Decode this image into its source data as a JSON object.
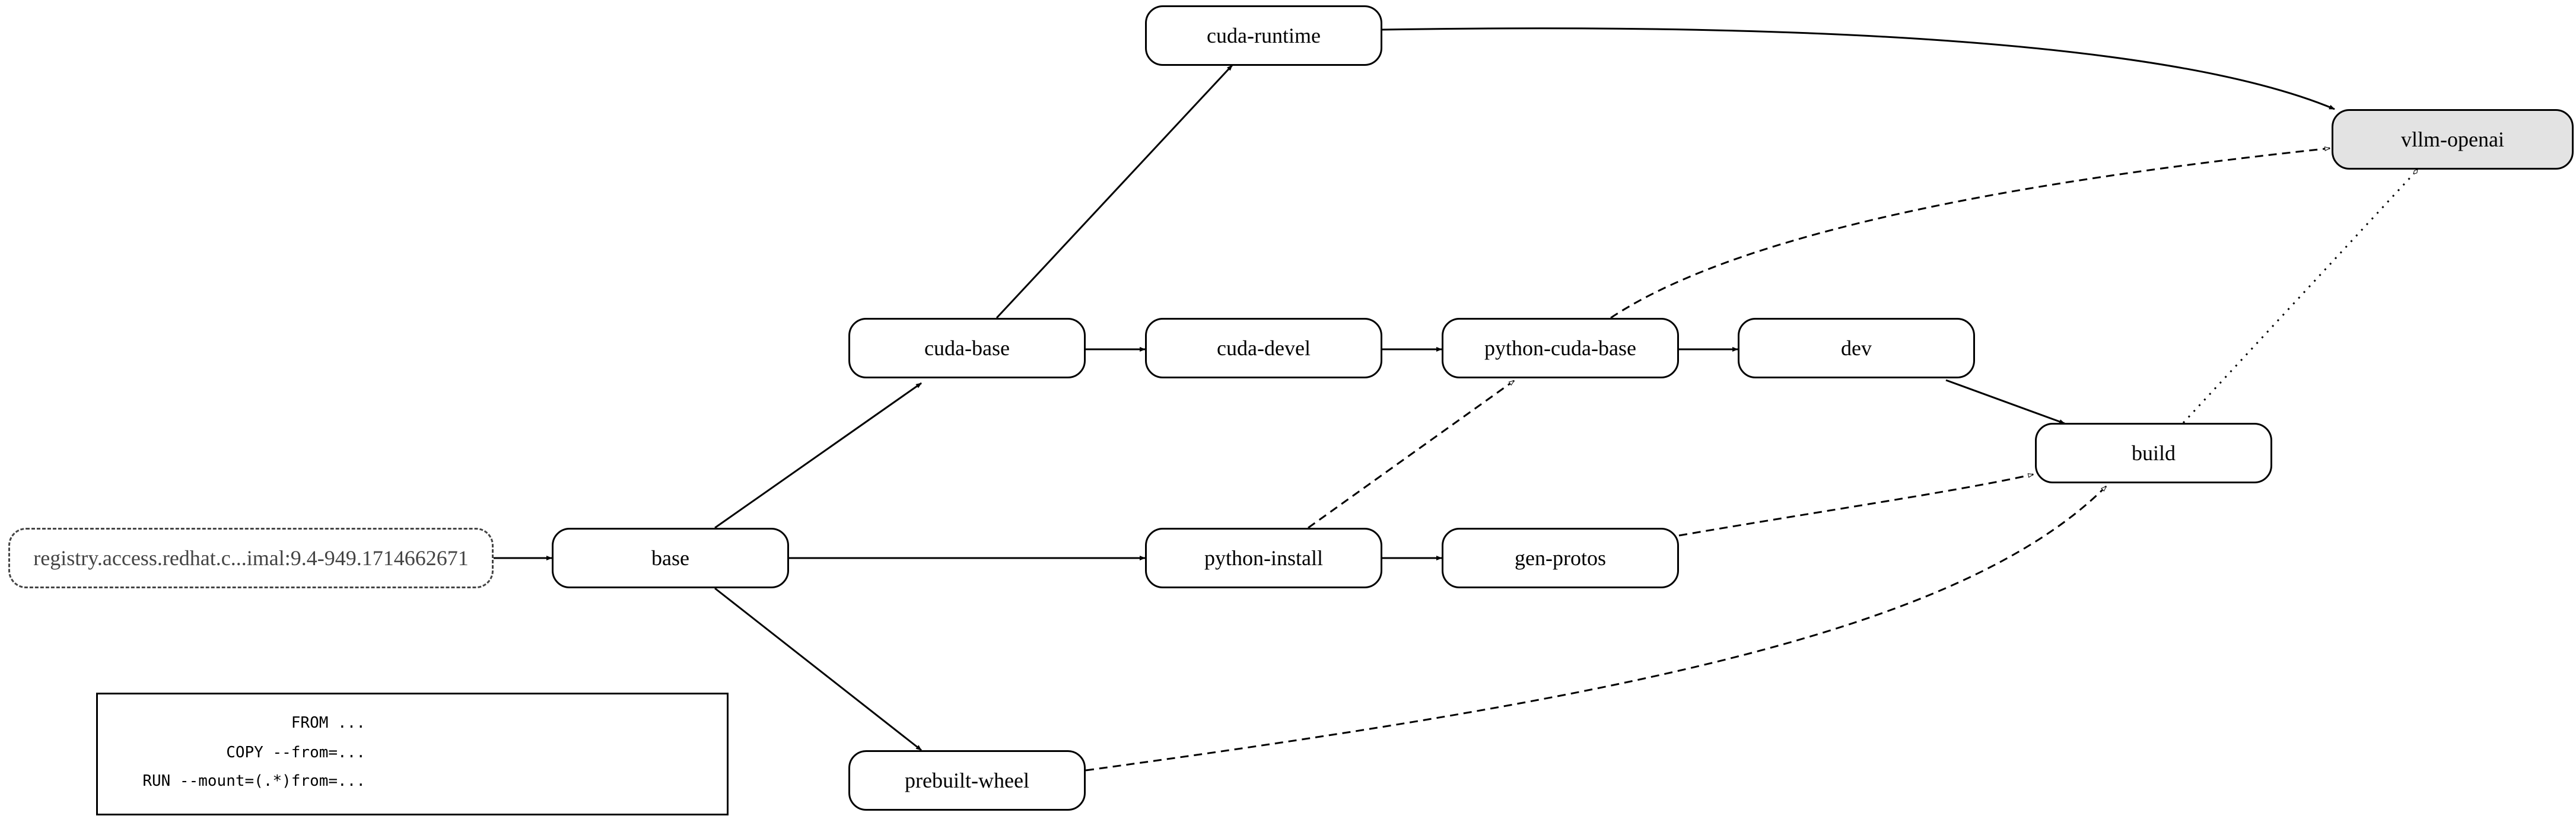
{
  "nodes": {
    "registry": "registry.access.redhat.c...imal:9.4-949.1714662671",
    "base": "base",
    "cuda_base": "cuda-base",
    "cuda_runtime": "cuda-runtime",
    "cuda_devel": "cuda-devel",
    "python_cuda_base": "python-cuda-base",
    "dev": "dev",
    "python_install": "python-install",
    "gen_protos": "gen-protos",
    "build": "build",
    "prebuilt_wheel": "prebuilt-wheel",
    "vllm_openai": "vllm-openai"
  },
  "legend": {
    "from_label": "FROM ...",
    "copy_label": "COPY --from=...",
    "run_label": "RUN --mount=(.*)from=..."
  },
  "colors": {
    "line": "#000000",
    "external_border": "#444444",
    "final_node_fill": "#e3e3e3",
    "background": "#ffffff"
  }
}
